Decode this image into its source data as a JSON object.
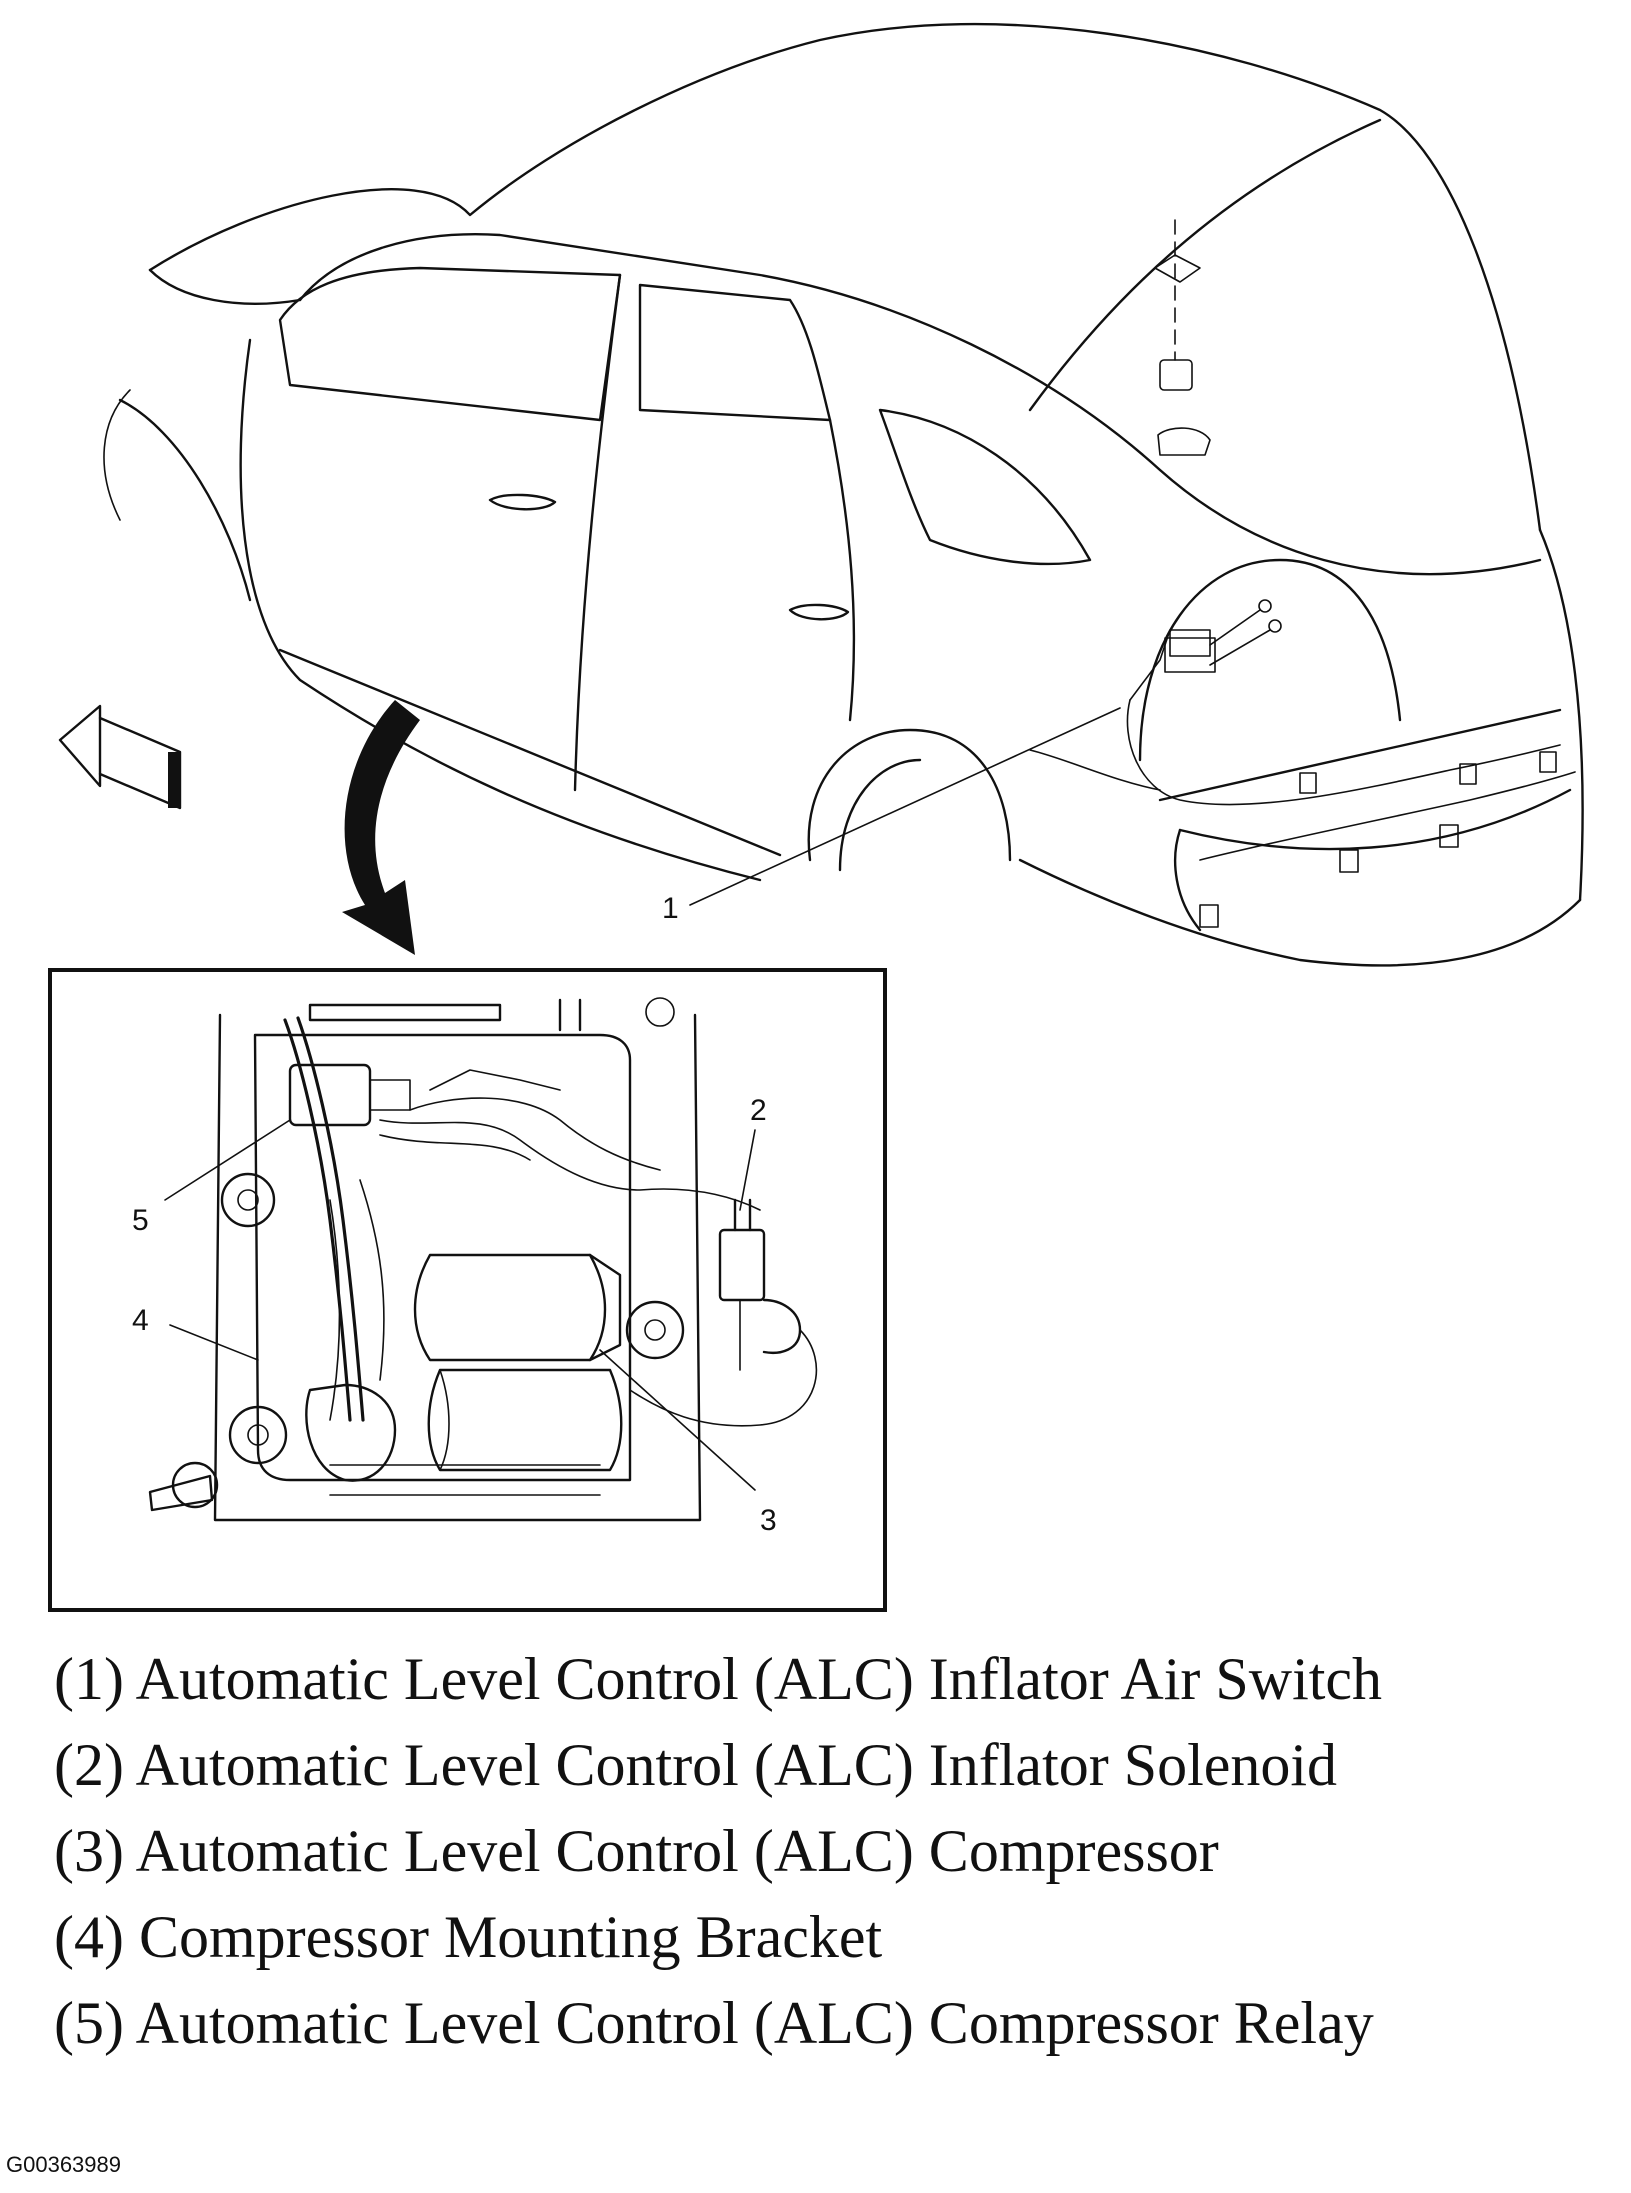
{
  "callouts": {
    "c1": "1",
    "c2": "2",
    "c3": "3",
    "c4": "4",
    "c5": "5"
  },
  "legend": [
    "(1) Automatic Level Control (ALC) Inflator Air Switch",
    "(2) Automatic Level Control (ALC) Inflator Solenoid",
    "(3) Automatic Level Control (ALC) Compressor",
    "(4) Compressor Mounting Bracket",
    "(5) Automatic Level Control (ALC) Compressor Relay"
  ],
  "figure_id": "G00363989",
  "colors": {
    "ink": "#111111",
    "background": "#ffffff"
  }
}
